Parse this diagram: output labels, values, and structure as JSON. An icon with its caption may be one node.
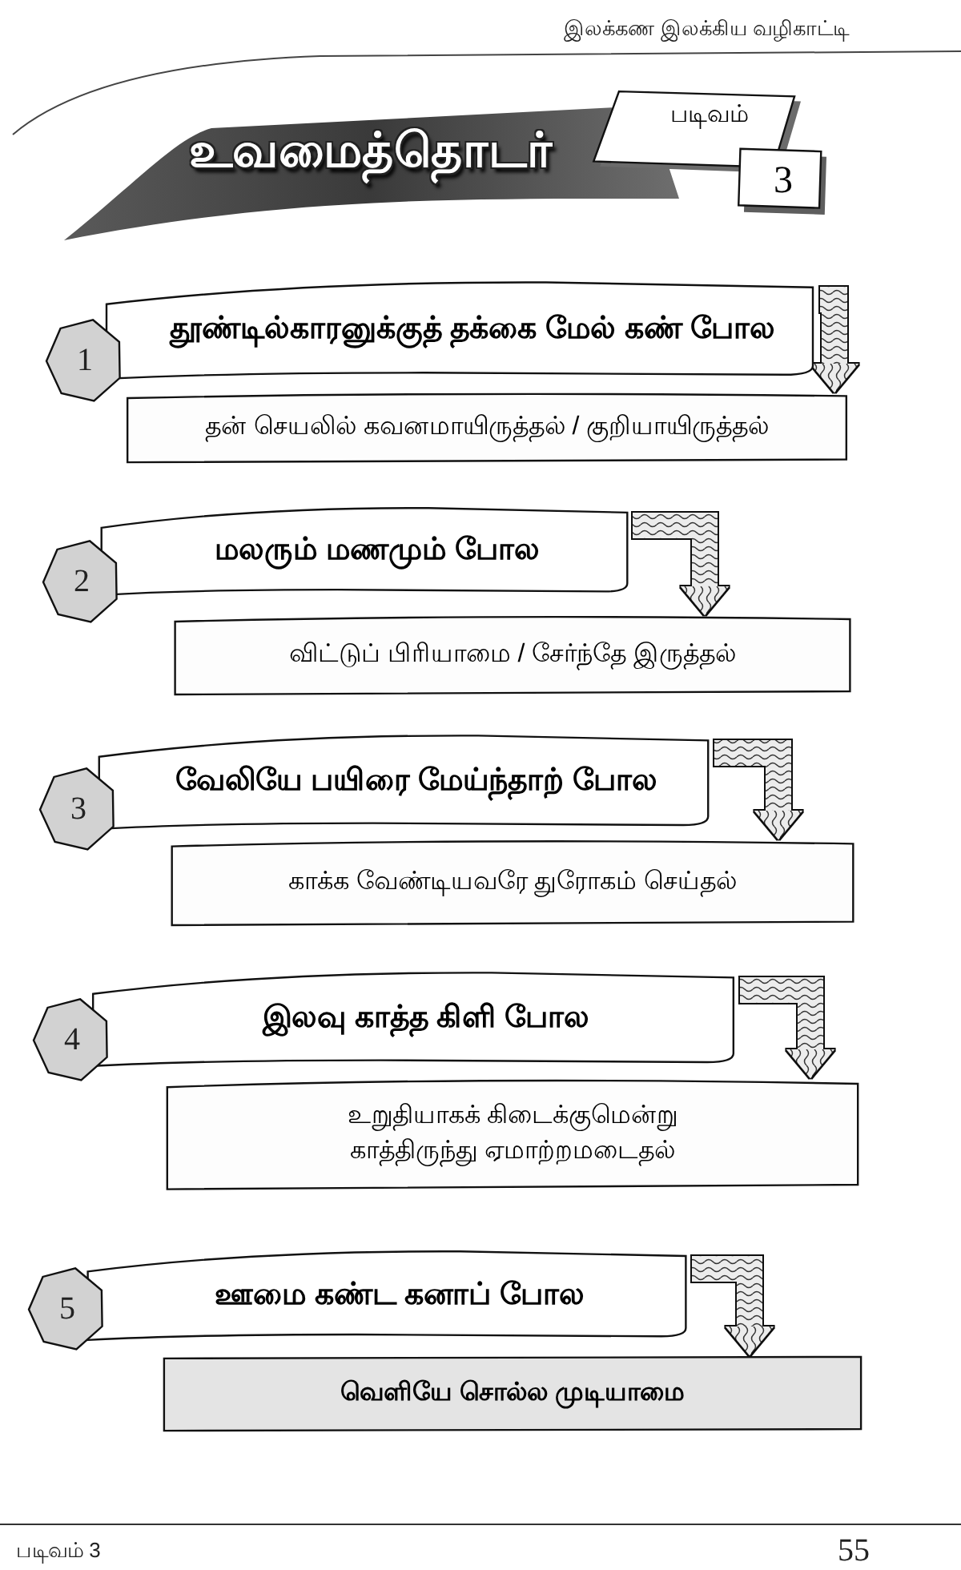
{
  "diagram": {
    "title": "உவமைத்தொடர்",
    "nodes": [
      {
        "text": [
          "படிவம்"
        ]
      },
      {
        "text": [
          "3"
        ]
      },
      {
        "text": [
          "1"
        ]
      },
      {
        "text": [
          "தூண்டில்காரனுக்குத் தக்கை மேல் கண் போல"
        ]
      },
      {
        "text": [
          "தன் செயலில் கவனமாயிருத்தல் / குறியாயிருத்தல்"
        ]
      },
      {
        "text": [
          "2"
        ]
      },
      {
        "text": [
          "மலரும் மணமும் போல"
        ]
      },
      {
        "text": [
          "விட்டுப் பிரியாமை / சேர்ந்தே இருத்தல்"
        ]
      },
      {
        "text": [
          "3"
        ]
      },
      {
        "text": [
          "வேலியே பயிரை மேய்ந்தாற் போல"
        ]
      },
      {
        "text": [
          "காக்க வேண்டியவரே துரோகம் செய்தல்"
        ]
      },
      {
        "text": [
          "4"
        ]
      },
      {
        "text": [
          "இலவு காத்த கிளி போல"
        ]
      },
      {
        "text": [
          "உறுதியாகக் கிடைக்குமென்று காத்திருந்து ஏமாற்றமடைதல்"
        ]
      },
      {
        "text": [
          "5"
        ]
      },
      {
        "text": [
          "ஊமை கண்ட கனாப் போல"
        ]
      },
      {
        "text": [
          "வெளியே சொல்ல முடியாமை"
        ]
      }
    ],
    "edges": [
      {
        "from": 3,
        "to": 4,
        "arrow": "to",
        "style": "thick"
      },
      {
        "from": 6,
        "to": 7,
        "arrow": "to",
        "style": "thick"
      },
      {
        "from": 9,
        "to": 10,
        "arrow": "to",
        "style": "thick"
      },
      {
        "from": 12,
        "to": 13,
        "arrow": "to",
        "style": "thick"
      },
      {
        "from": 15,
        "to": 16,
        "arrow": "to",
        "style": "thick"
      }
    ],
    "labels": [
      "இலக்கண இலக்கிய வழிகாட்டி",
      "படிவம் 3",
      "55"
    ]
  }
}
